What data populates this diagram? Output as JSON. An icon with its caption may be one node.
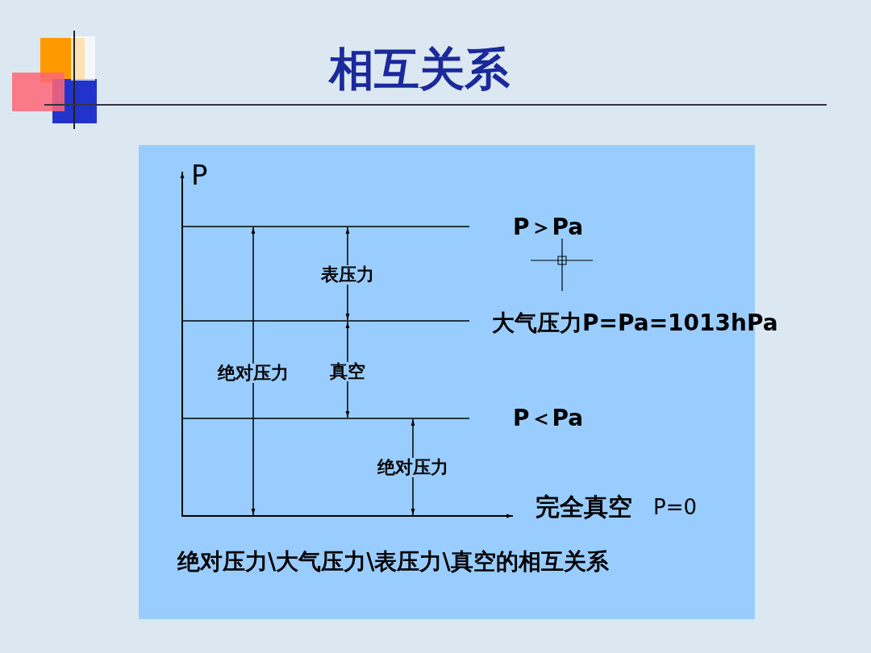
{
  "diagram": {
    "title": "相互关系",
    "caption": "绝对压力\\大气压力\\表压力\\真空的相互关系",
    "labels": [
      "P",
      "P＞Pa",
      "表压力",
      "大气压力P=Pa=1013hPa",
      "绝对压力",
      "真空",
      "P＜Pa",
      "绝对压力",
      "完全真空",
      "P=0"
    ]
  }
}
